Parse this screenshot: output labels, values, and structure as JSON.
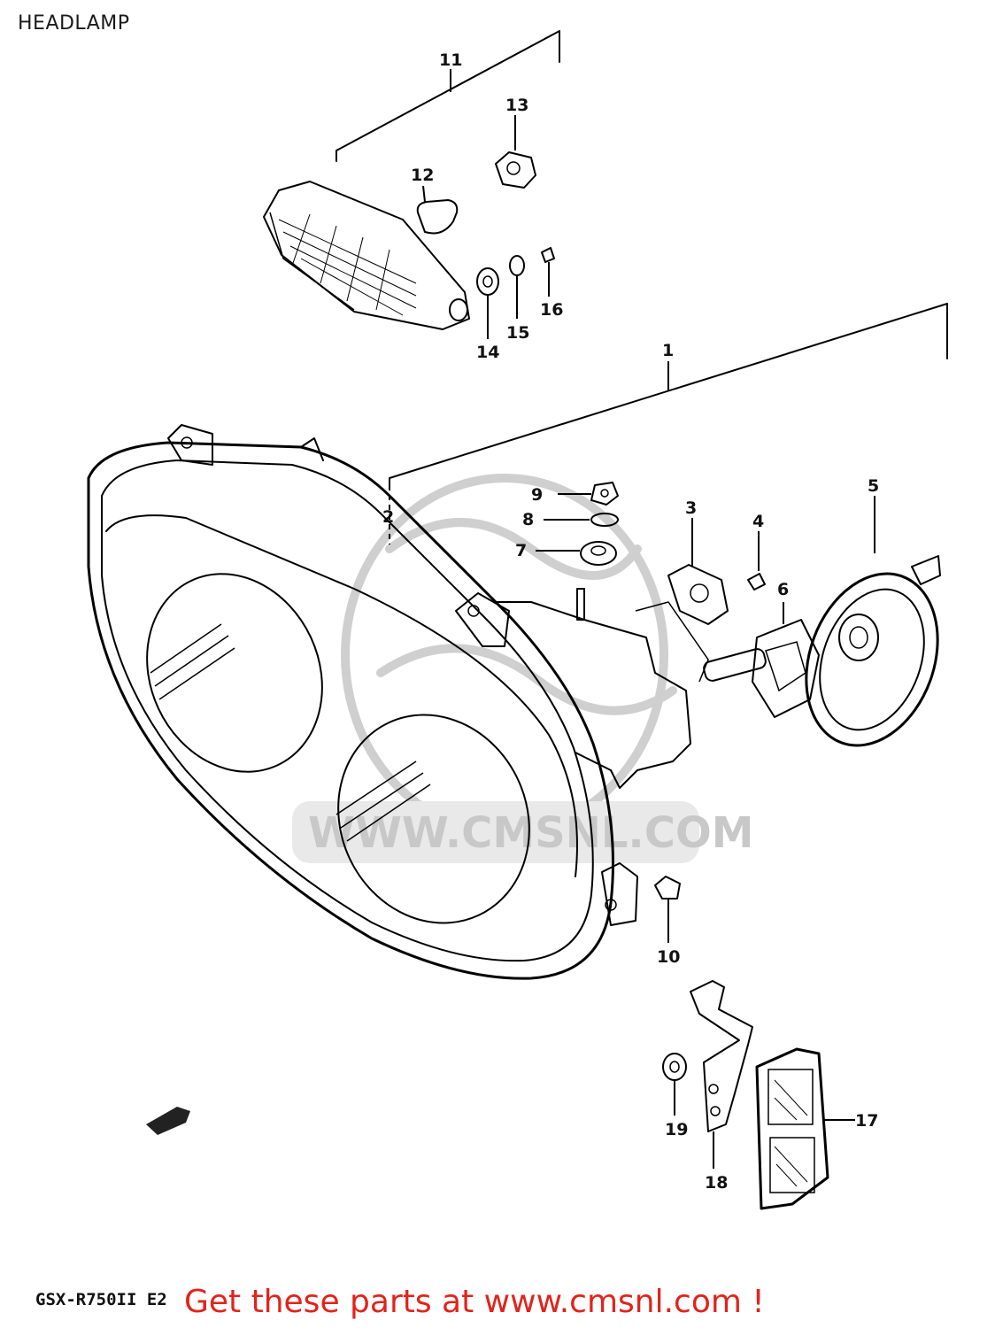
{
  "header": {
    "title": "HEADLAMP"
  },
  "watermark": {
    "text": "WWW.CMSNL.COM"
  },
  "footer": {
    "model_code": "GSX-R750II E2",
    "link_text": "Get these parts at www.cmsnl.com !",
    "link_color": "#e2231a"
  },
  "callouts": [
    "1",
    "2",
    "3",
    "4",
    "5",
    "6",
    "7",
    "8",
    "9",
    "10",
    "11",
    "12",
    "13",
    "14",
    "15",
    "16",
    "17",
    "18",
    "19"
  ]
}
